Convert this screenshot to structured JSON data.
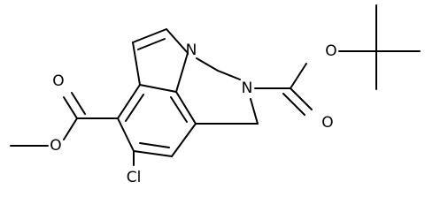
{
  "diagram": {
    "type": "chemical-structure",
    "atom_labels": {
      "ring_n_pyrrole": "N",
      "ring_n_carbamate": "N",
      "boc_ether_o": "O",
      "boc_carbonyl_o": "O",
      "ester_carbonyl_o": "O",
      "ester_ether_o": "O",
      "chloro": "Cl"
    },
    "colors": {
      "bond": "#000000",
      "background": "#ffffff"
    }
  }
}
